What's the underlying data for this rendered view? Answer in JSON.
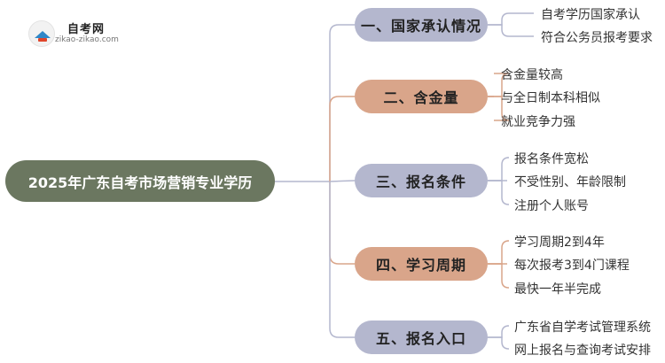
{
  "logo": {
    "title": "自考网",
    "url": "zikao-zikao.com"
  },
  "root": {
    "label": "2025年广东自考市场营销专业学历"
  },
  "branches": [
    {
      "label": "一、国家承认情况",
      "color": "#b4b7ce",
      "children": [
        "自考学历国家承认",
        "符合公务员报考要求"
      ]
    },
    {
      "label": "二、含金量",
      "color": "#d9a58a",
      "children": [
        "含金量较高",
        "与全日制本科相似",
        "就业竞争力强"
      ]
    },
    {
      "label": "三、报名条件",
      "color": "#b4b7ce",
      "children": [
        "报名条件宽松",
        "不受性别、年龄限制",
        "注册个人账号"
      ]
    },
    {
      "label": "四、学习周期",
      "color": "#d9a58a",
      "children": [
        "学习周期2到4年",
        "每次报考3到4门课程",
        "最快一年半完成"
      ]
    },
    {
      "label": "五、报名入口",
      "color": "#b4b7ce",
      "children": [
        "广东省自学考试管理系统",
        "网上报名与查询考试安排"
      ]
    }
  ],
  "colors": {
    "root": "#6b7760",
    "connector_light": "#b4b7ce",
    "connector_warm": "#d9a58a"
  }
}
